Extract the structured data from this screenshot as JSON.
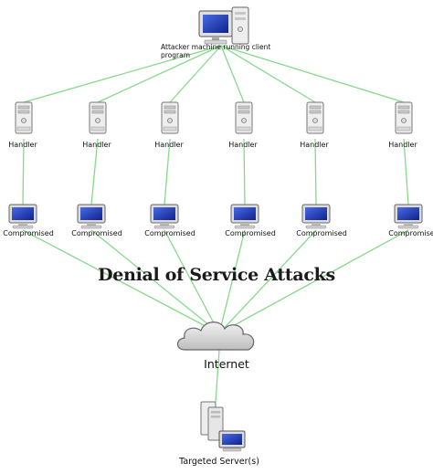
{
  "diagram": {
    "title": "Denial of Service Attacks",
    "attacker_label": "Attacker machine running client program",
    "handler_label": "Handler",
    "compromised_label": "Compromised",
    "internet_label": "Internet",
    "server_label": "Targeted Server(s)",
    "handler_count": 6,
    "compromised_count": 6
  },
  "colors": {
    "link": "#86d98a",
    "screen": "#1f3fb8",
    "case": "#e4e4e4"
  },
  "icons": [
    "computer-icon",
    "tower-server-icon",
    "monitor-icon",
    "cloud-icon",
    "server-rack-icon"
  ]
}
